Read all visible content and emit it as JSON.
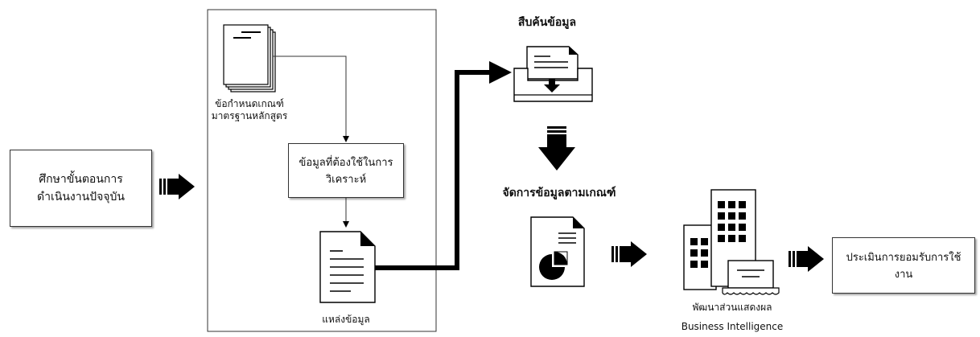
{
  "nodes": {
    "study": "ศึกษาขั้นตอนการดำเนินงานปัจจุบัน",
    "curriculum_req": "ข้อกำหนดเกณฑ์มาตรฐานหลักสูตร",
    "data_needed": "ข้อมูลที่ต้องใช้ในการวิเคราะห์",
    "data_source": "แหล่งข้อมูล",
    "retrieve": "สืบค้นข้อมูล",
    "manage": "จัดการข้อมูลตามเกณฑ์",
    "bi_thai": "พัฒนาส่วนแสดงผล",
    "bi_en": "Business Intelligence",
    "evaluate": "ประเมินการยอมรับการใช้งาน"
  },
  "icons": {
    "stack": "document-stack-icon",
    "document": "document-icon",
    "inbox": "inbox-tray-icon",
    "report": "pie-chart-report-icon",
    "buildings": "buildings-dashboard-icon",
    "flow_arrow": "block-arrow-icon"
  },
  "colors": {
    "line": "#000000",
    "box_border": "#333333",
    "background": "#ffffff"
  }
}
